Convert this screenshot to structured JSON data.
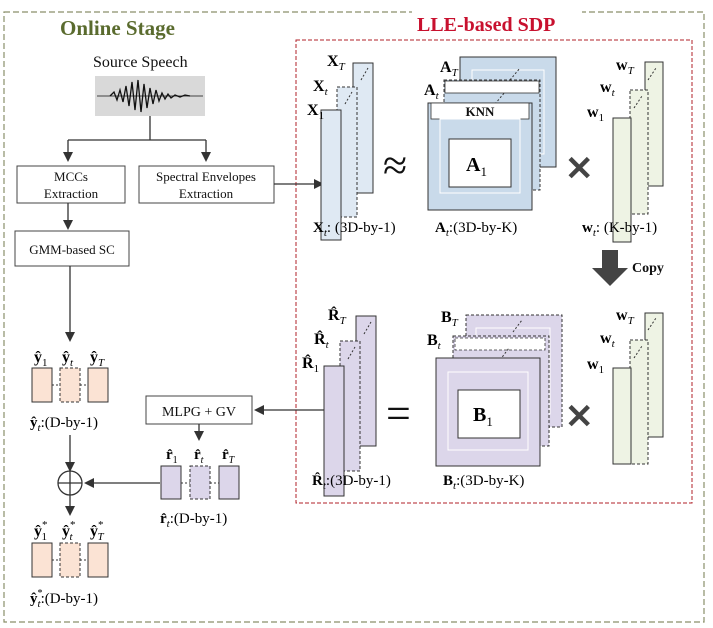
{
  "online_stage": {
    "title": "Online Stage",
    "source_speech": "Source Speech",
    "mcc_extraction": [
      "MCCs",
      "Extraction"
    ],
    "spectral_extraction": [
      "Spectral Envelopes",
      "Extraction"
    ],
    "gmm_sc": "GMM-based SC",
    "mlpg_gv": "MLPG + GV",
    "y_hat_labels": [
      "ŷ",
      "ŷ",
      "ŷ"
    ],
    "y_hat_subs": [
      "1",
      "t",
      "T"
    ],
    "y_hat_dim": "ŷ",
    "y_hat_dim_rest": ":(D-by-1)",
    "r_hat_labels": [
      "r̂",
      "r̂",
      "r̂"
    ],
    "r_hat_subs": [
      "1",
      "t",
      "T"
    ],
    "r_hat_dim": "r̂",
    "r_hat_dim_rest": ":(D-by-1)",
    "y_star_labels": [
      "ŷ",
      "ŷ",
      "ŷ"
    ],
    "y_star_subs": [
      "1",
      "t",
      "T"
    ],
    "y_star_dim": "ŷ",
    "y_star_dim_rest": ":(D-by-1)",
    "plus_symbol": "+"
  },
  "sdp": {
    "title": "LLE-based SDP",
    "x_labels": [
      "X",
      "X",
      "X"
    ],
    "x_subs": [
      "T",
      "t",
      "1"
    ],
    "x_dim": "X",
    "x_dim_sub": "t",
    "x_dim_rest": ": (3D-by-1)",
    "approx": "≈",
    "a_labels": [
      "A",
      "A"
    ],
    "a_subs": [
      "T",
      "t"
    ],
    "knn": "KNN",
    "a1": "A",
    "a1_sub": "1",
    "a_dim": "A",
    "a_dim_sub": "t",
    "a_dim_rest": ":(3D-by-K)",
    "times": "✕",
    "w_labels": [
      "w",
      "w",
      "w"
    ],
    "w_subs": [
      "T",
      "t",
      "1"
    ],
    "w_dim": "w",
    "w_dim_sub": "t",
    "w_dim_rest": ": (K-by-1)",
    "copy": "Copy",
    "r_labels": [
      "R̂",
      "R̂",
      "R̂"
    ],
    "r_subs": [
      "T",
      "t",
      "1"
    ],
    "r_dim": "R̂",
    "r_dim_sub": "t",
    "r_dim_rest": ":(3D-by-1)",
    "equals": "=",
    "b_labels": [
      "B",
      "B"
    ],
    "b_subs": [
      "T",
      "t"
    ],
    "b1": "B",
    "b1_sub": "1",
    "b_dim": "B",
    "b_dim_sub": "t",
    "b_dim_rest": ":(3D-by-K)"
  },
  "colors": {
    "online_border": "#8a8f6a",
    "online_title": "#5a6b2e",
    "sdp_border": "#b0202a",
    "sdp_title": "#c8102e",
    "blue_fill": "#c9daea",
    "blue_light": "#dfe9f3",
    "lavender": "#dcd6ea",
    "peach": "#fbe3d4",
    "green_light": "#eef3e4"
  }
}
